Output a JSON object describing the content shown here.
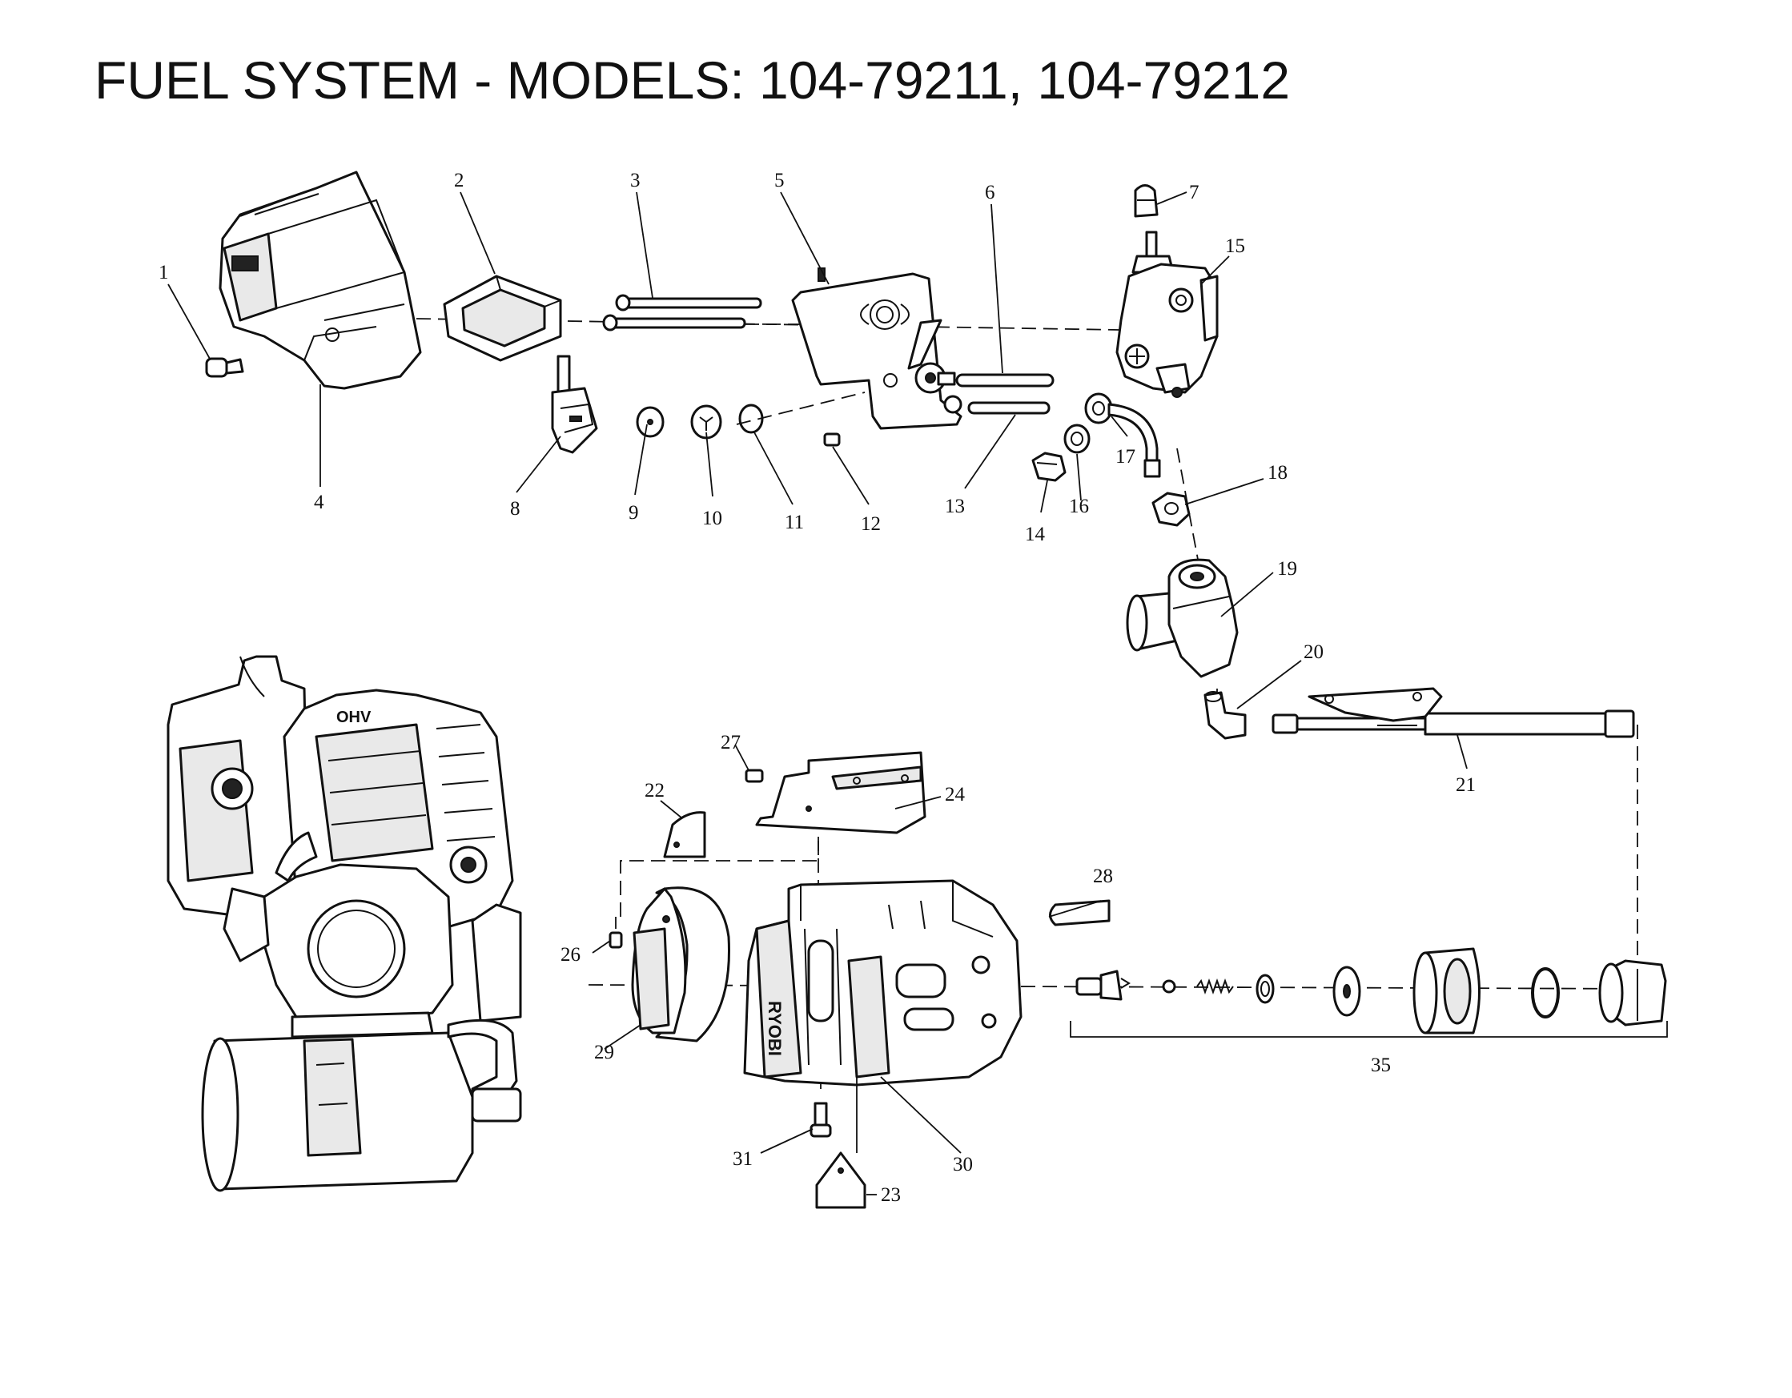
{
  "title": "FUEL SYSTEM - MODELS: 104-79211, 104-79212",
  "callouts": [
    {
      "id": "1",
      "label": "1"
    },
    {
      "id": "2",
      "label": "2"
    },
    {
      "id": "3",
      "label": "3"
    },
    {
      "id": "4",
      "label": "4"
    },
    {
      "id": "5",
      "label": "5"
    },
    {
      "id": "6",
      "label": "6"
    },
    {
      "id": "7",
      "label": "7"
    },
    {
      "id": "8",
      "label": "8"
    },
    {
      "id": "9",
      "label": "9"
    },
    {
      "id": "10",
      "label": "10"
    },
    {
      "id": "11",
      "label": "11"
    },
    {
      "id": "12",
      "label": "12"
    },
    {
      "id": "13",
      "label": "13"
    },
    {
      "id": "14",
      "label": "14"
    },
    {
      "id": "15",
      "label": "15"
    },
    {
      "id": "16",
      "label": "16"
    },
    {
      "id": "17",
      "label": "17"
    },
    {
      "id": "18",
      "label": "18"
    },
    {
      "id": "19",
      "label": "19"
    },
    {
      "id": "20",
      "label": "20"
    },
    {
      "id": "21",
      "label": "21"
    },
    {
      "id": "22",
      "label": "22"
    },
    {
      "id": "23",
      "label": "23"
    },
    {
      "id": "24",
      "label": "24"
    },
    {
      "id": "26",
      "label": "26"
    },
    {
      "id": "27",
      "label": "27"
    },
    {
      "id": "28",
      "label": "28"
    },
    {
      "id": "29",
      "label": "29"
    },
    {
      "id": "30",
      "label": "30"
    },
    {
      "id": "31",
      "label": "31"
    },
    {
      "id": "35",
      "label": "35"
    }
  ],
  "engine_marking": "OHV",
  "muffler_marking": "RYOBI"
}
